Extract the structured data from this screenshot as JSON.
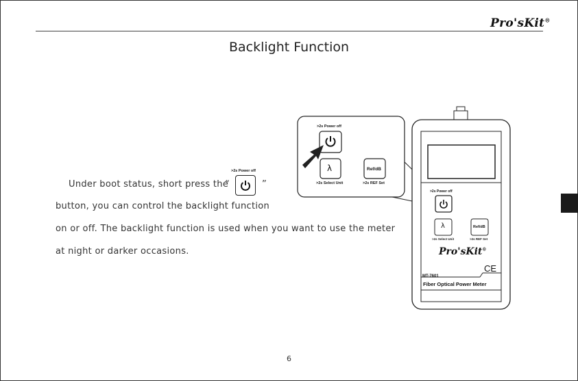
{
  "header": {
    "brand": "Pro'sKit",
    "brand_mark": "®"
  },
  "page": {
    "title": "Backlight Function",
    "page_number": "6"
  },
  "body": {
    "line1_prefix": "Under boot status, short press the",
    "open_quote": "“",
    "close_quote": "”",
    "inline_label": ">2s Power off",
    "line2": "button, you can control the backlight function",
    "line3": "on or off. The backlight function is used when you want to use the meter",
    "line4": "at night or darker occasions."
  },
  "zoom_panel": {
    "power_label": ">2s Power off",
    "lambda_glyph": "λ",
    "lambda_label": ">2s Select Unit",
    "ref_button": "Ref/dB",
    "ref_label": ">2s REF Set"
  },
  "device": {
    "power_label": ">2s Power off",
    "lambda_glyph": "λ",
    "lambda_label": ">2s Select Unit",
    "ref_button": "Ref/dB",
    "ref_label": ">2s REF Set",
    "brand": "Pro'sKit",
    "brand_mark": "®",
    "ce_mark": "CE",
    "model": "MT-7601",
    "product_name": "Fiber Optical Power Meter"
  }
}
